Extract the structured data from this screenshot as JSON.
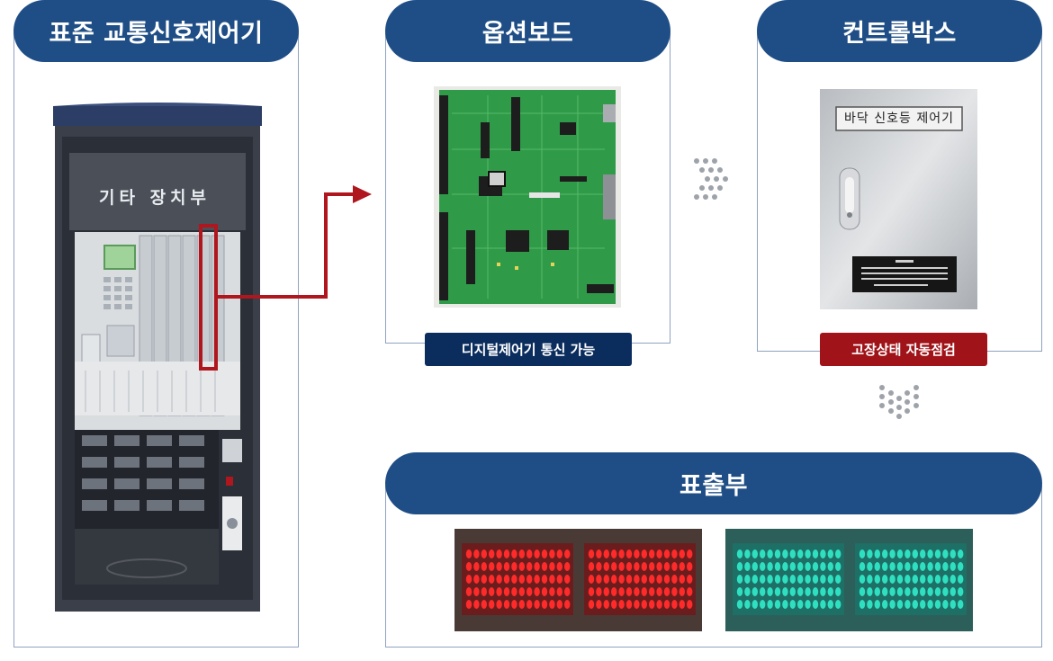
{
  "sections": {
    "controller": {
      "title": "표준 교통신호제어기",
      "cabinet_label": "기타 장치부"
    },
    "option_board": {
      "title": "옵션보드",
      "tag": "디지털제어기 통신 가능"
    },
    "control_box": {
      "title": "컨트롤박스",
      "box_label": "바닥 신호등 제어기",
      "tag": "고장상태 자동점검"
    },
    "display": {
      "title": "표출부"
    }
  },
  "colors": {
    "header_blue": "#1f4e86",
    "tag_navy": "#0b2d5e",
    "tag_red": "#a01419",
    "arrow_red": "#b0161d",
    "led_red": "#ff2a2a",
    "led_green": "#2fe0c0"
  }
}
